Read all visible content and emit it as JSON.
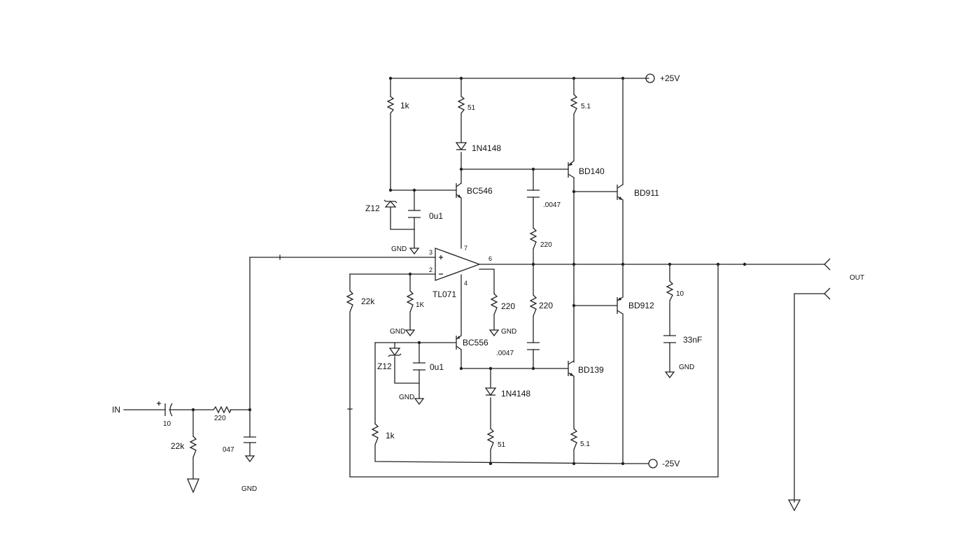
{
  "rails": {
    "positive": "+25V",
    "negative": "-25V"
  },
  "io": {
    "input": "IN",
    "output": "OUT"
  },
  "ground_label": "GND",
  "opamp": {
    "name": "TL071",
    "pins": [
      "3",
      "2",
      "7",
      "6",
      "4"
    ]
  },
  "transistors": {
    "q_bc546": "BC546",
    "q_bc556": "BC556",
    "q_bd140": "BD140",
    "q_bd139": "BD139",
    "q_bd911": "BD911",
    "q_bd912": "BD912"
  },
  "diodes": {
    "d_top": "1N4148",
    "d_bottom": "1N4148"
  },
  "zeners": {
    "z_top": "Z12",
    "z_bottom": "Z12"
  },
  "resistors": {
    "r_top_bias": "1k",
    "r_top_51": "51",
    "r_top_5_1": "5.1",
    "r_vbe_top": "220",
    "r_vbe_bottom": "220",
    "r_feedback": "22k",
    "r_gain": "1K",
    "r_out_6": "220",
    "r_zobel": "10",
    "r_bottom_bias": "1k",
    "r_bottom_51": "51",
    "r_bottom_5_1": "5.1",
    "r_input_series": "220",
    "r_input_shunt": "22k"
  },
  "capacitors": {
    "c_top_0u1": "0u1",
    "c_bottom_0u1": "0u1",
    "c_top_0047": ".0047",
    "c_bottom_0047": ".0047",
    "c_zobel": "33nF",
    "c_input": "10",
    "c_input_shunt": "047"
  }
}
